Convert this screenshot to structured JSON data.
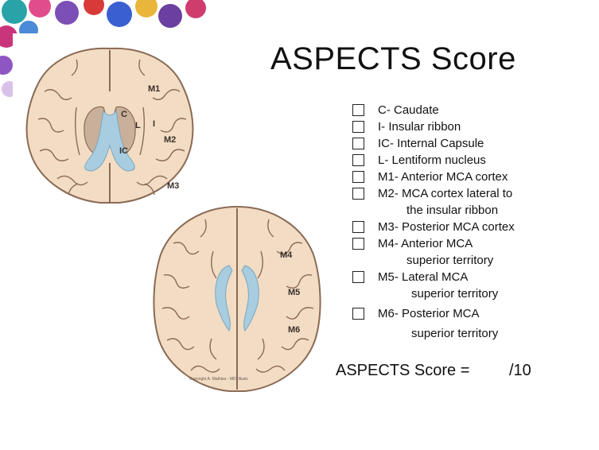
{
  "slide": {
    "title": "ASPECTS Score",
    "regions": [
      {
        "id": "c",
        "lines": [
          "C- Caudate"
        ]
      },
      {
        "id": "i",
        "lines": [
          "I- Insular ribbon"
        ]
      },
      {
        "id": "ic",
        "lines": [
          "IC- Internal Capsule"
        ]
      },
      {
        "id": "l",
        "lines": [
          "L- Lentiform nucleus"
        ]
      },
      {
        "id": "m1",
        "lines": [
          "M1- Anterior MCA cortex"
        ]
      },
      {
        "id": "m2",
        "lines": [
          "M2- MCA cortex lateral to",
          "the insular ribbon"
        ]
      },
      {
        "id": "m3",
        "lines": [
          "M3- Posterior MCA cortex"
        ]
      },
      {
        "id": "m4",
        "lines": [
          "M4- Anterior MCA",
          "superior territory"
        ]
      },
      {
        "id": "m5",
        "lines": [
          "M5- Lateral MCA",
          "superior territory"
        ]
      },
      {
        "id": "m6",
        "lines": [
          "M6- Posterior MCA",
          "superior territory"
        ]
      }
    ],
    "score_label": "ASPECTS Score =",
    "score_total": "/10"
  },
  "diagram": {
    "upper_labels": {
      "m1": "M1",
      "c": "C",
      "l": "L",
      "i": "I",
      "ic": "IC",
      "m2": "M2",
      "m3": "M3"
    },
    "lower_labels": {
      "m4": "M4",
      "m5": "M5",
      "m6": "M6"
    },
    "credit": "Copyright A. Mathieu - MD, Illustr."
  },
  "colors": {
    "brain_fill": "#f2dcc4",
    "brain_stroke": "#8a6a55",
    "basal_ganglia": "#c9b09a",
    "ventricle": "#a9cde0"
  }
}
